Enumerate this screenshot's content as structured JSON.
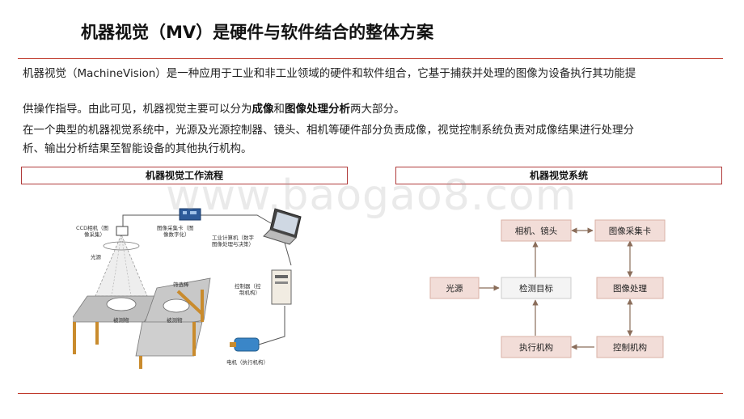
{
  "title": "机器视觉（MV）是硬件与软件结合的整体方案",
  "intro": {
    "line1": "机器视觉（MachineVision）是一种应用于工业和非工业领域的硬件和软件组合，它基于捕获并处理的图像为设备执行其功能提",
    "line2_pre": "供操作指导。由此可见，机器视觉主要可以分为",
    "line2_b1": "成像",
    "line2_mid": "和",
    "line2_b2": "图像处理分析",
    "line2_post": "两大部分。",
    "line3": "在一个典型的机器视觉系统中，光源及光源控制器、镜头、相机等硬件部分负责成像，视觉控制系统负责对成像结果进行处理分",
    "line4": "析、输出分析结果至智能设备的其他执行机构。"
  },
  "left_panel": {
    "header": "机器视觉工作流程",
    "labels": {
      "ccd_1": "CCD相机（图",
      "ccd_2": "像采集）",
      "card_1": "图像采集卡（图",
      "card_2": "像数字化）",
      "pc_1": "工业计算机（数字",
      "pc_2": "图像处理与决策）",
      "light": "光源",
      "sorter": "筛选棒",
      "obj1": "被测物",
      "obj2": "被测物",
      "ctrl_1": "控制器（控",
      "ctrl_2": "制机构）",
      "motor": "电机（执行机构）"
    }
  },
  "right_panel": {
    "header": "机器视觉系统",
    "nodes": {
      "camera": "相机、镜头",
      "card": "图像采集卡",
      "light": "光源",
      "target": "检测目标",
      "process": "图像处理",
      "actuator": "执行机构",
      "control": "控制机构"
    }
  },
  "watermark": "www.baogao8.com",
  "colors": {
    "accent": "#c0392b",
    "node_fill": "#f2ddd8",
    "node_border": "#d9b1a6",
    "arrow": "#8a6d5a"
  }
}
